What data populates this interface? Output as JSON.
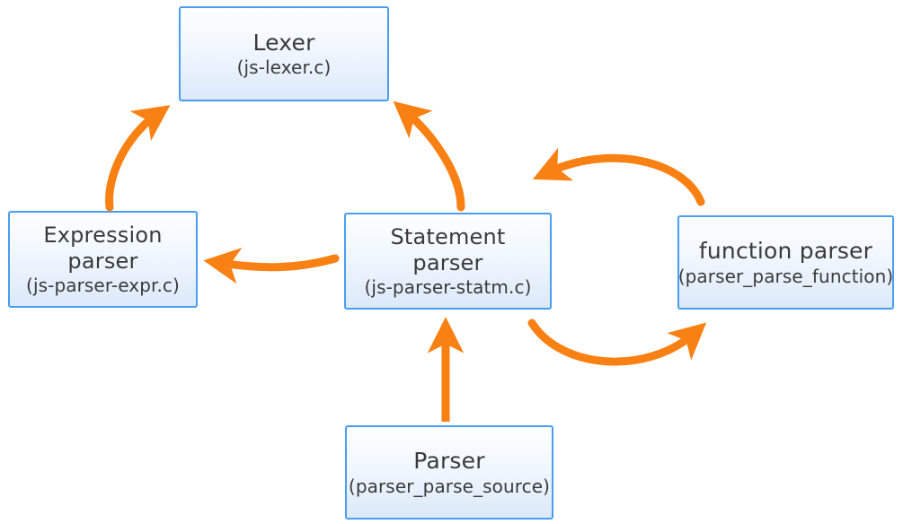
{
  "diagram": {
    "title": "JS parser architecture flow diagram",
    "accent_color": "#F98012",
    "box_border_color": "#4A9DF2",
    "box_fill_top": "#FDFEFF",
    "box_fill_bottom": "#DCE9FA",
    "text_color": "#3A3A3A",
    "background": "#FFFFFF"
  },
  "nodes": [
    {
      "id": "lexer",
      "title": "Lexer",
      "subtitle": "(js-lexer.c)"
    },
    {
      "id": "expression-parser",
      "title_line1": "Expression",
      "title_line2": "parser",
      "subtitle": "(js-parser-expr.c)"
    },
    {
      "id": "statement-parser",
      "title_line1": "Statement",
      "title_line2": "parser",
      "subtitle": "(js-parser-statm.c)"
    },
    {
      "id": "function-parser",
      "title": "function parser",
      "subtitle": "(parser_parse_function)"
    },
    {
      "id": "parser",
      "title": "Parser",
      "subtitle": "(parser_parse_source)"
    }
  ],
  "edges": [
    {
      "id": "expression-parser-to-lexer",
      "from": "expression-parser",
      "to": "lexer",
      "style": "curved-arrow"
    },
    {
      "id": "statement-parser-to-lexer",
      "from": "statement-parser",
      "to": "lexer",
      "style": "curved-arrow"
    },
    {
      "id": "statement-parser-to-expression-parser",
      "from": "statement-parser",
      "to": "expression-parser",
      "style": "curved-arrow"
    },
    {
      "id": "function-parser-to-statement-parser",
      "from": "function-parser",
      "to": "statement-parser",
      "style": "arc-over-top"
    },
    {
      "id": "statement-parser-to-function-parser",
      "from": "statement-parser",
      "to": "function-parser",
      "style": "arc-under-bottom"
    },
    {
      "id": "parser-to-statement-parser",
      "from": "parser",
      "to": "statement-parser",
      "style": "straight-arrow"
    }
  ]
}
